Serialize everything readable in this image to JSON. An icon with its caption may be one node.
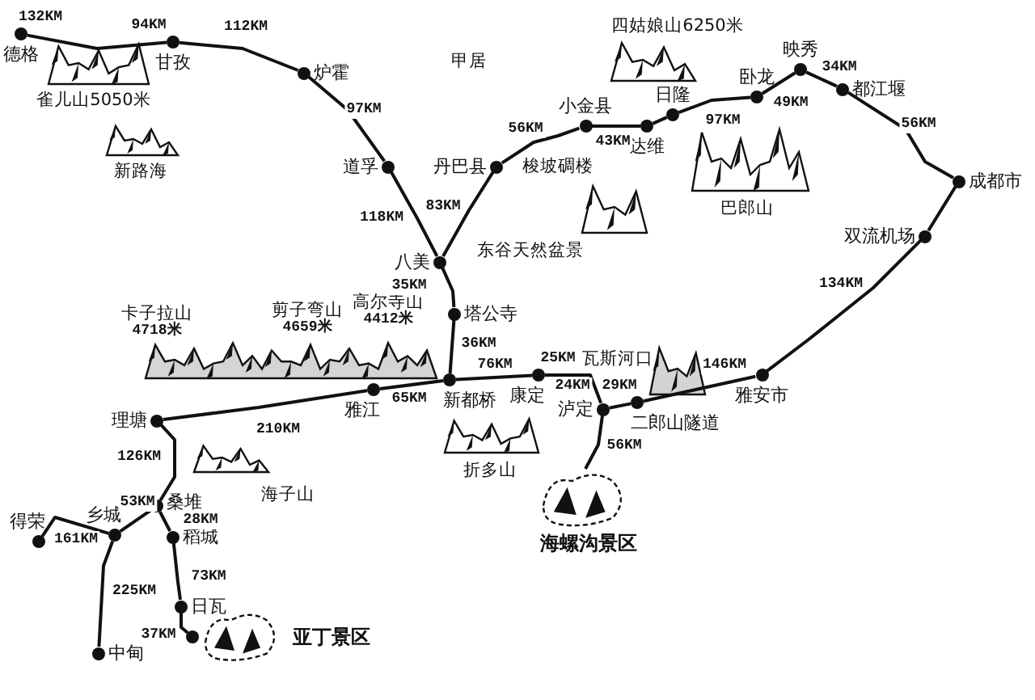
{
  "diagram": {
    "nodes": [
      {
        "text": [
          "德格"
        ]
      },
      {
        "text": [
          "甘孜"
        ]
      },
      {
        "text": [
          "炉霍"
        ]
      },
      {
        "text": [
          "道孚"
        ]
      },
      {
        "text": [
          "八美"
        ]
      },
      {
        "text": [
          "丹巴县"
        ]
      },
      {
        "text": [
          "小金县"
        ]
      },
      {
        "text": [
          "达维"
        ]
      },
      {
        "text": [
          "日隆"
        ]
      },
      {
        "text": [
          "卧龙"
        ]
      },
      {
        "text": [
          "映秀"
        ]
      },
      {
        "text": [
          "都江堰"
        ]
      },
      {
        "text": [
          "成都市"
        ]
      },
      {
        "text": [
          "双流机场"
        ]
      },
      {
        "text": [
          "雅安市"
        ]
      },
      {
        "text": [
          "二郎山隧道"
        ]
      },
      {
        "text": [
          "泸定"
        ]
      },
      {
        "text": [
          "康定"
        ]
      },
      {
        "text": [
          "新都桥"
        ]
      },
      {
        "text": [
          "塔公寺"
        ]
      },
      {
        "text": [
          "雅江"
        ]
      },
      {
        "text": [
          "理塘"
        ]
      },
      {
        "text": [
          "桑堆"
        ]
      },
      {
        "text": [
          "乡城"
        ]
      },
      {
        "text": [
          "得荣"
        ]
      },
      {
        "text": [
          "稻城"
        ]
      },
      {
        "text": [
          "日瓦"
        ]
      },
      {
        "text": [
          "中甸"
        ]
      },
      {
        "text": [
          "亚丁景区"
        ]
      },
      {
        "text": [
          "海螺沟景区"
        ]
      }
    ],
    "edges": [
      {
        "from": 0,
        "to": 1,
        "arrow": "none",
        "label": "94KM"
      },
      {
        "from": 1,
        "to": 2,
        "arrow": "none",
        "label": "112KM"
      },
      {
        "from": 2,
        "to": 3,
        "arrow": "none",
        "label": "97KM"
      },
      {
        "from": 3,
        "to": 4,
        "arrow": "none",
        "label": "118KM"
      },
      {
        "from": 4,
        "to": 5,
        "arrow": "none",
        "label": "83KM"
      },
      {
        "from": 5,
        "to": 6,
        "arrow": "none",
        "label": "56KM"
      },
      {
        "from": 6,
        "to": 7,
        "arrow": "none",
        "label": "43KM"
      },
      {
        "from": 7,
        "to": 8,
        "arrow": "none"
      },
      {
        "from": 8,
        "to": 9,
        "arrow": "none",
        "label": "97KM"
      },
      {
        "from": 9,
        "to": 10,
        "arrow": "none",
        "label": "49KM"
      },
      {
        "from": 10,
        "to": 11,
        "arrow": "none",
        "label": "34KM"
      },
      {
        "from": 11,
        "to": 12,
        "arrow": "none",
        "label": "56KM"
      },
      {
        "from": 12,
        "to": 13,
        "arrow": "none"
      },
      {
        "from": 13,
        "to": 14,
        "arrow": "none",
        "label": "134KM"
      },
      {
        "from": 14,
        "to": 15,
        "arrow": "none",
        "label": "146KM"
      },
      {
        "from": 15,
        "to": 16,
        "arrow": "none",
        "label": "29KM"
      },
      {
        "from": 16,
        "to": 17,
        "arrow": "none",
        "label": "24KM"
      },
      {
        "from": 16,
        "to": 29,
        "arrow": "none",
        "label": "56KM"
      },
      {
        "from": 17,
        "to": 18,
        "arrow": "none",
        "label": "76KM"
      },
      {
        "from": 18,
        "to": 19,
        "arrow": "none",
        "label": "36KM"
      },
      {
        "from": 19,
        "to": 4,
        "arrow": "none",
        "label": "35KM"
      },
      {
        "from": 18,
        "to": 20,
        "arrow": "none",
        "label": "65KM"
      },
      {
        "from": 20,
        "to": 21,
        "arrow": "none",
        "label": "210KM"
      },
      {
        "from": 21,
        "to": 22,
        "arrow": "none",
        "label": "126KM"
      },
      {
        "from": 22,
        "to": 23,
        "arrow": "none",
        "label": "53KM"
      },
      {
        "from": 23,
        "to": 24,
        "arrow": "none",
        "label": "161KM"
      },
      {
        "from": 23,
        "to": 27,
        "arrow": "none",
        "label": "225KM"
      },
      {
        "from": 22,
        "to": 25,
        "arrow": "none",
        "label": "28KM"
      },
      {
        "from": 25,
        "to": 26,
        "arrow": "none",
        "label": "73KM"
      },
      {
        "from": 26,
        "to": 28,
        "arrow": "none",
        "label": "37KM"
      }
    ],
    "labels": [
      "132KM",
      "雀儿山5050米",
      "新路海",
      "甲居",
      "四姑娘山6250米",
      "梭坡碉楼",
      "巴郎山",
      "东谷天然盆景",
      "卡子拉山",
      "4718米",
      "剪子弯山",
      "4659米",
      "高尔寺山",
      "4412米",
      "25KM",
      "瓦斯河口",
      "折多山",
      "海子山"
    ]
  }
}
